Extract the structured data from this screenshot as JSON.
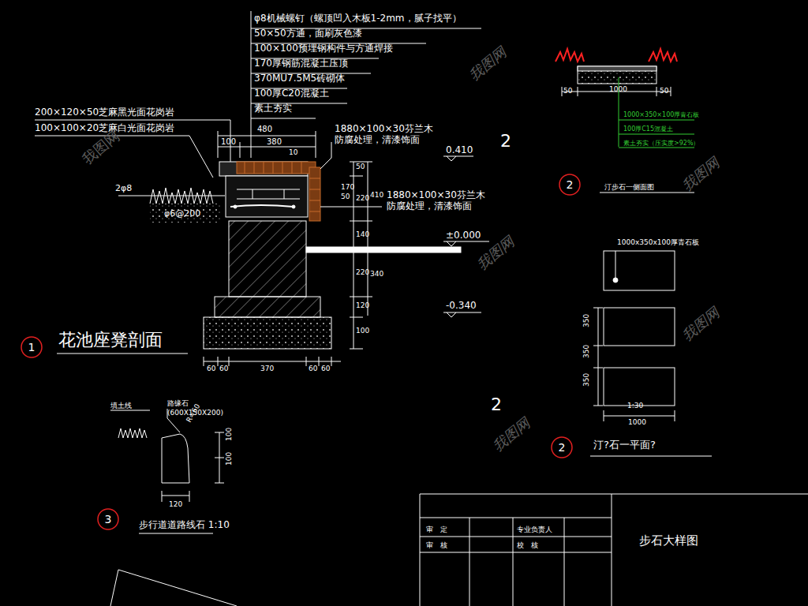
{
  "diagram": {
    "nodes": [
      {
        "text": [
          "1"
        ]
      },
      {
        "text": [
          "2"
        ]
      },
      {
        "text": [
          "2"
        ]
      },
      {
        "text": [
          "3"
        ]
      }
    ],
    "labels": [
      "φ8机械螺钉（螺顶凹入木板1-2mm，腻子找平）",
      "50×50方通，面刷灰色漆",
      "100×100预埋钢构件与方通焊接",
      "170厚钢筋混凝土压顶",
      "370MU7.5M5砖砌体",
      "100厚C20混凝土",
      "素土夯实",
      "200×120×50芝麻黑光面花岗岩",
      "100×100×20芝麻白光面花岗岩",
      "480",
      "100",
      "380",
      "10",
      "1880×100×30芬兰木 防腐处理，清漆饰面",
      "0.410",
      "1880×100×30芬兰木 防腐处理，清漆饰面",
      "±0.000",
      "-0.340",
      "2φ8",
      "φ6@200",
      "50",
      "170",
      "50",
      "220",
      "410",
      "140",
      "220",
      "340",
      "120",
      "100",
      "60",
      "60",
      "370",
      "60",
      "60",
      "花池座凳剖面",
      "2",
      "2",
      "50",
      "1000",
      "50",
      "1000×350×100厚青石板",
      "100厚C15混凝土",
      "素土夯实（压实度>92%）",
      "汀步石一侧面图",
      "1000x350x100厚青石板",
      "350",
      "350",
      "350",
      "1:30",
      "1000",
      "汀?石一平面?",
      "填土线",
      "路缘石",
      "(600X150X200)",
      "R=60",
      "100",
      "100",
      "120",
      "步行道道路线石 1:10",
      "审　定",
      "专业负责人",
      "审　核",
      "校　核",
      "步石大样图",
      "我图网",
      "我图网",
      "我图网",
      "我图网",
      "我图网",
      "我图网"
    ]
  }
}
